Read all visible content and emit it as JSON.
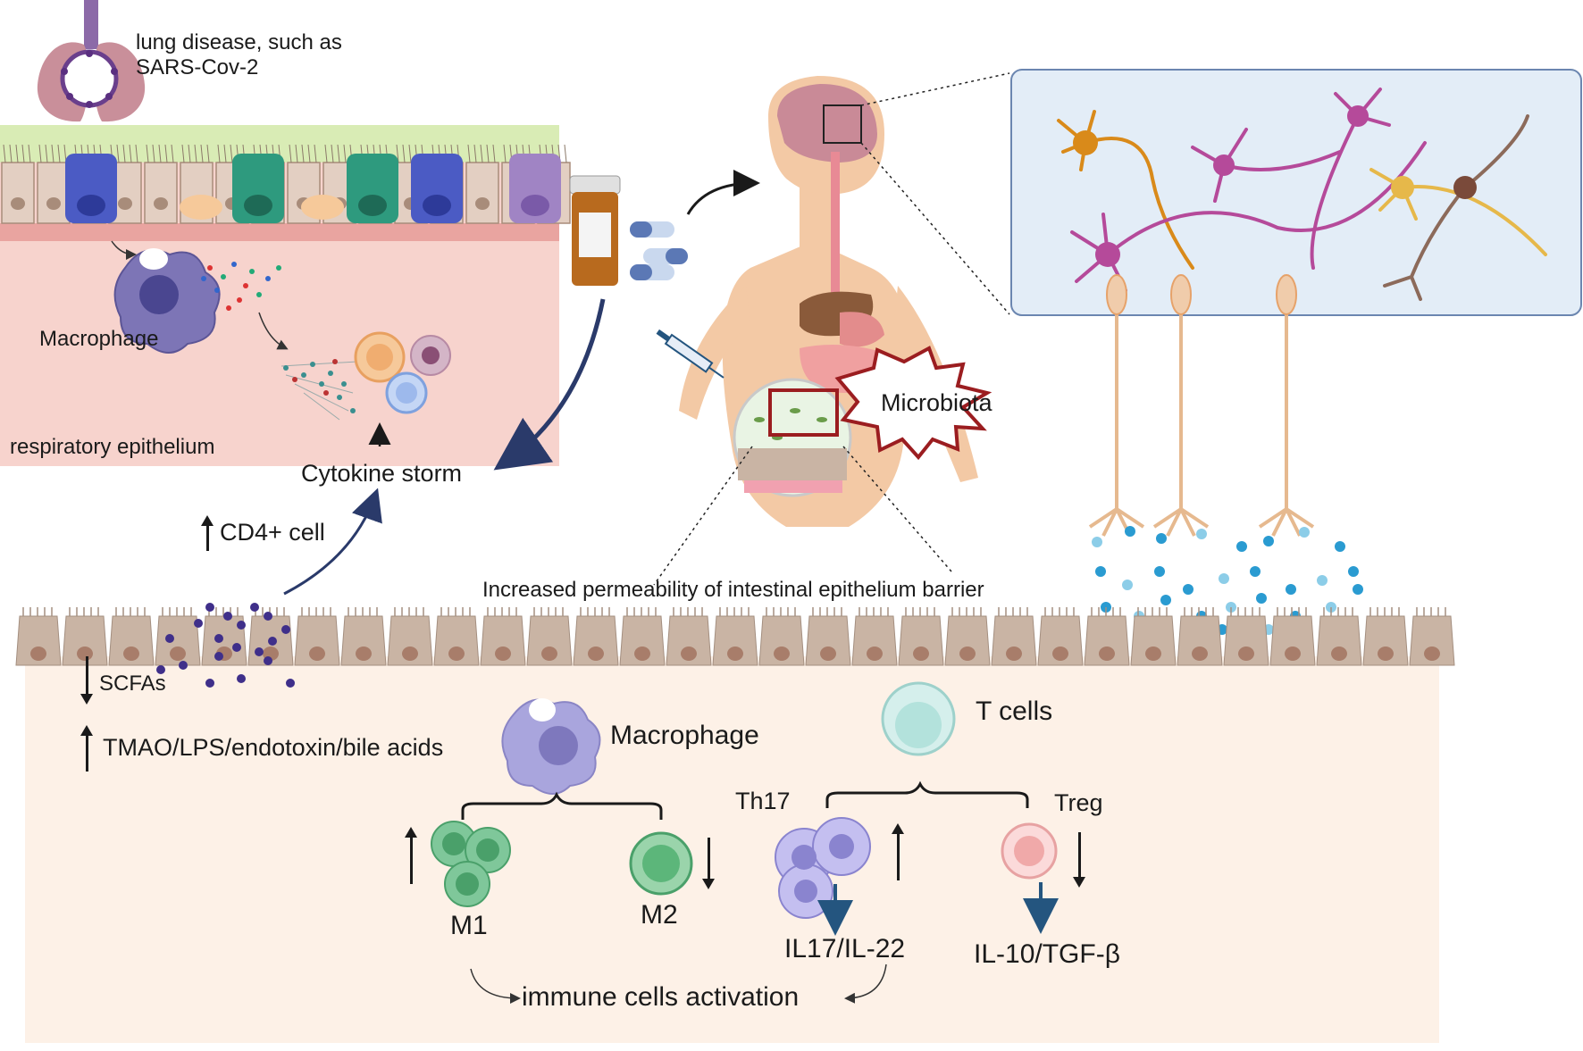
{
  "labels": {
    "lung_disease": "lung disease, such as\nSARS-Cov-2",
    "macrophage_top": "Macrophage",
    "respiratory_epithelium": "respiratory epithelium",
    "cytokine_storm": "Cytokine storm",
    "cd4": "CD4+ cell",
    "microbiota": "Microbiota",
    "permeability": "Increased permeability of intestinal epithelium  barrier",
    "scfas": "SCFAs",
    "tmao": "TMAO/LPS/endotoxin/bile acids",
    "macrophage_bottom": "Macrophage",
    "t_cells": "T cells",
    "th17": "Th17",
    "treg": "Treg",
    "m1": "M1",
    "m2": "M2",
    "il17": "IL17/IL-22",
    "il10": "IL-10/TGF-β",
    "immune_activation": "immune cells activation"
  },
  "colors": {
    "lung_panel": "#f7d3cd",
    "gut_panel": "#fdf1e7",
    "neuron_panel": "#e3edf7",
    "epithelium_cell": "#c9b4a4",
    "metabolite_purple": "#3f2f8a",
    "neurotransmitter_blue": "#2a9bd1",
    "microbiota_border": "#9b1d20",
    "arrow_blue": "#24557f"
  }
}
